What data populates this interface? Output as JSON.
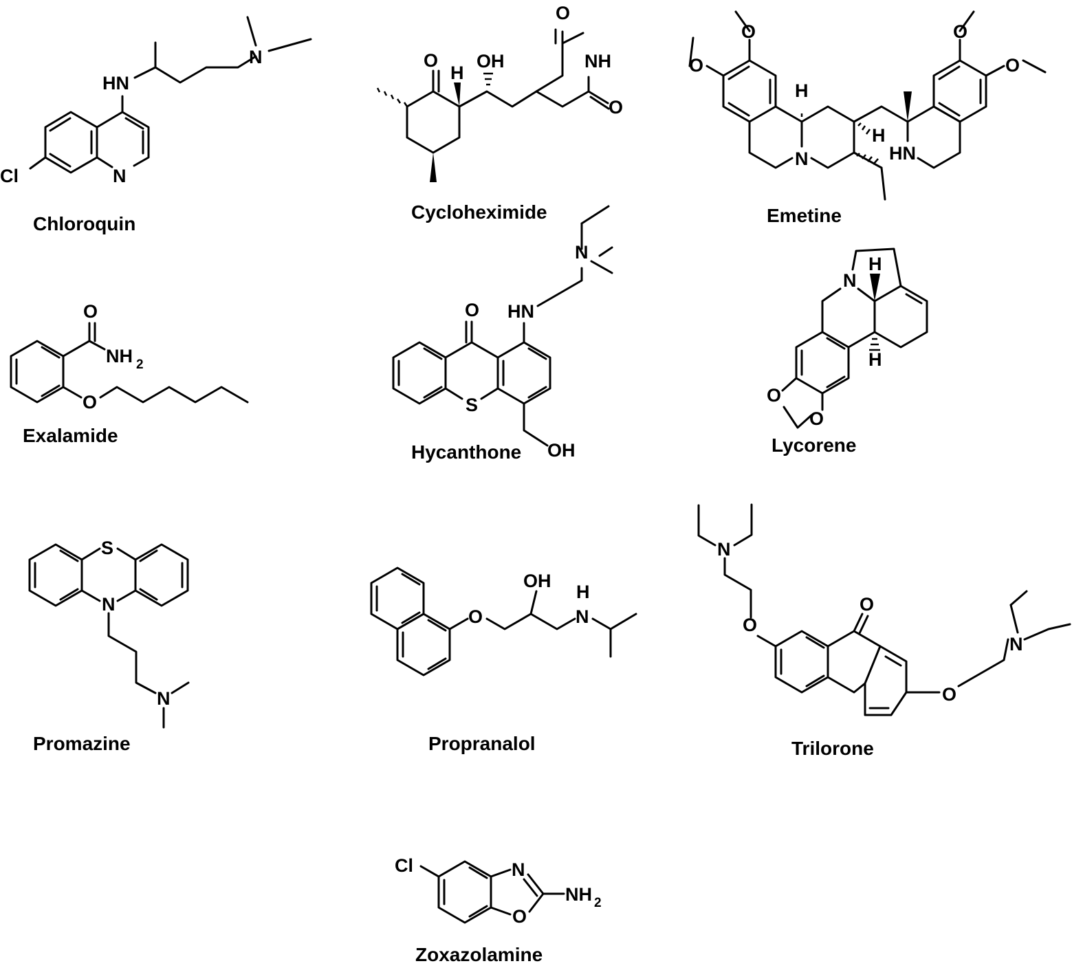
{
  "figure": {
    "compounds": [
      {
        "key": "chloroquin",
        "name": "Chloroquin"
      },
      {
        "key": "cycloheximide",
        "name": "Cycloheximide"
      },
      {
        "key": "emetine",
        "name": "Emetine"
      },
      {
        "key": "exalamide",
        "name": "Exalamide"
      },
      {
        "key": "hycanthone",
        "name": "Hycanthone"
      },
      {
        "key": "lycorene",
        "name": "Lycorene"
      },
      {
        "key": "promazine",
        "name": "Promazine"
      },
      {
        "key": "propranalol",
        "name": "Propranalol"
      },
      {
        "key": "trilorone",
        "name": "Trilorone"
      },
      {
        "key": "zoxazolamine",
        "name": "Zoxazolamine"
      }
    ]
  },
  "atom_labels": {
    "cl": "Cl",
    "n": "N",
    "hn": "HN",
    "nh": "NH",
    "nh2": "NH",
    "sub2": "2",
    "o": "O",
    "oh": "OH",
    "h": "H",
    "s": "S"
  }
}
